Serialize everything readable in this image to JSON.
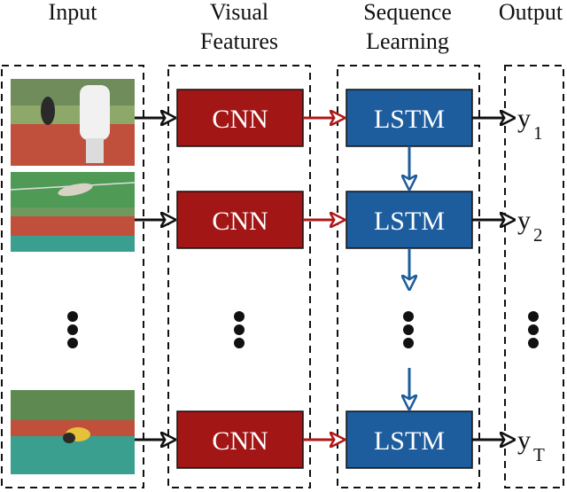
{
  "headers": {
    "input": "Input",
    "visual_line1": "Visual",
    "visual_line2": "Features",
    "sequence_line1": "Sequence",
    "sequence_line2": "Learning",
    "output": "Output"
  },
  "cnn_label": "CNN",
  "lstm_label": "LSTM",
  "outputs": [
    {
      "base": "y",
      "sub": "1"
    },
    {
      "base": "y",
      "sub": "2"
    },
    {
      "base": "y",
      "sub": "T"
    }
  ],
  "colors": {
    "cnn_fill": "#a31616",
    "lstm_fill": "#1d5d9e",
    "red_arrow": "#b01818",
    "blue_arrow": "#1d5d9e",
    "black_arrow": "#111111",
    "frame_track": "#c0503c",
    "frame_grass": "#4f9a55",
    "frame_mat": "#3a9f8f"
  },
  "icons": {
    "ellipsis": "vertical-ellipsis-icon",
    "arrow": "arrow-right-icon"
  }
}
